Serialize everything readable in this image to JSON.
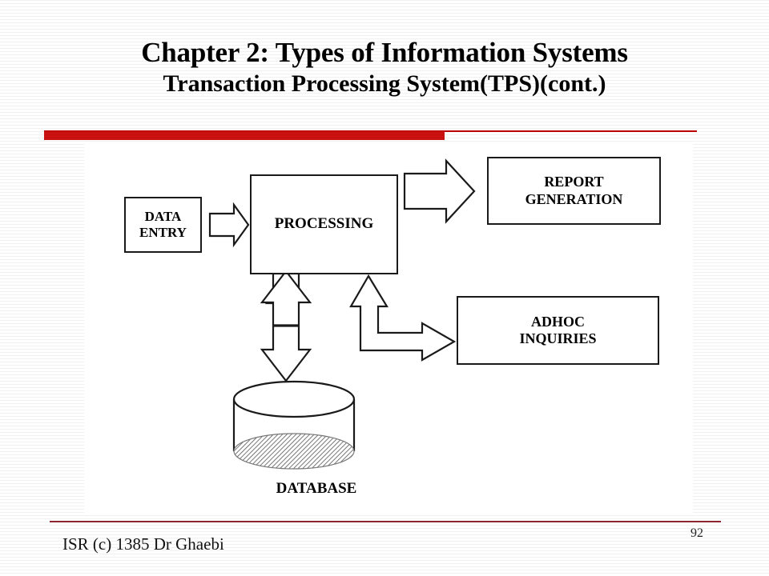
{
  "slide": {
    "title_line1": "Chapter 2: Types of Information Systems",
    "title_line2": "Transaction Processing System(TPS)(cont.)",
    "accent_color_thick": "#CC1111",
    "accent_color_thin": "#C00000",
    "footer_rule_color": "#8E2430"
  },
  "diagram": {
    "type": "flowchart",
    "nodes": [
      {
        "id": "data-entry",
        "label": "DATA\nENTRY",
        "line1": "DATA",
        "line2": "ENTRY",
        "shape": "rectangle"
      },
      {
        "id": "processing",
        "label": "PROCESSING",
        "line1": "PROCESSING",
        "line2": "",
        "shape": "rectangle"
      },
      {
        "id": "report-generation",
        "label": "REPORT GENERATION",
        "line1": "REPORT",
        "line2": "GENERATION",
        "shape": "rectangle"
      },
      {
        "id": "adhoc-inquiries",
        "label": "ADHOC INQUIRIES",
        "line1": "ADHOC",
        "line2": "INQUIRIES",
        "shape": "rectangle"
      },
      {
        "id": "database",
        "label": "DATABASE",
        "shape": "cylinder"
      }
    ],
    "edges": [
      {
        "from": "data-entry",
        "to": "processing",
        "style": "block-arrow",
        "direction": "right"
      },
      {
        "from": "processing",
        "to": "report-generation",
        "style": "block-arrow",
        "direction": "right"
      },
      {
        "from": "processing",
        "to": "database",
        "style": "block-arrow",
        "direction": "bidirectional-vertical"
      },
      {
        "from": "processing",
        "to": "adhoc-inquiries",
        "style": "elbow-block-arrow",
        "direction": "up-then-right"
      }
    ]
  },
  "footer": {
    "credit": "ISR (c) 1385 Dr Ghaebi",
    "page_number": "92"
  }
}
